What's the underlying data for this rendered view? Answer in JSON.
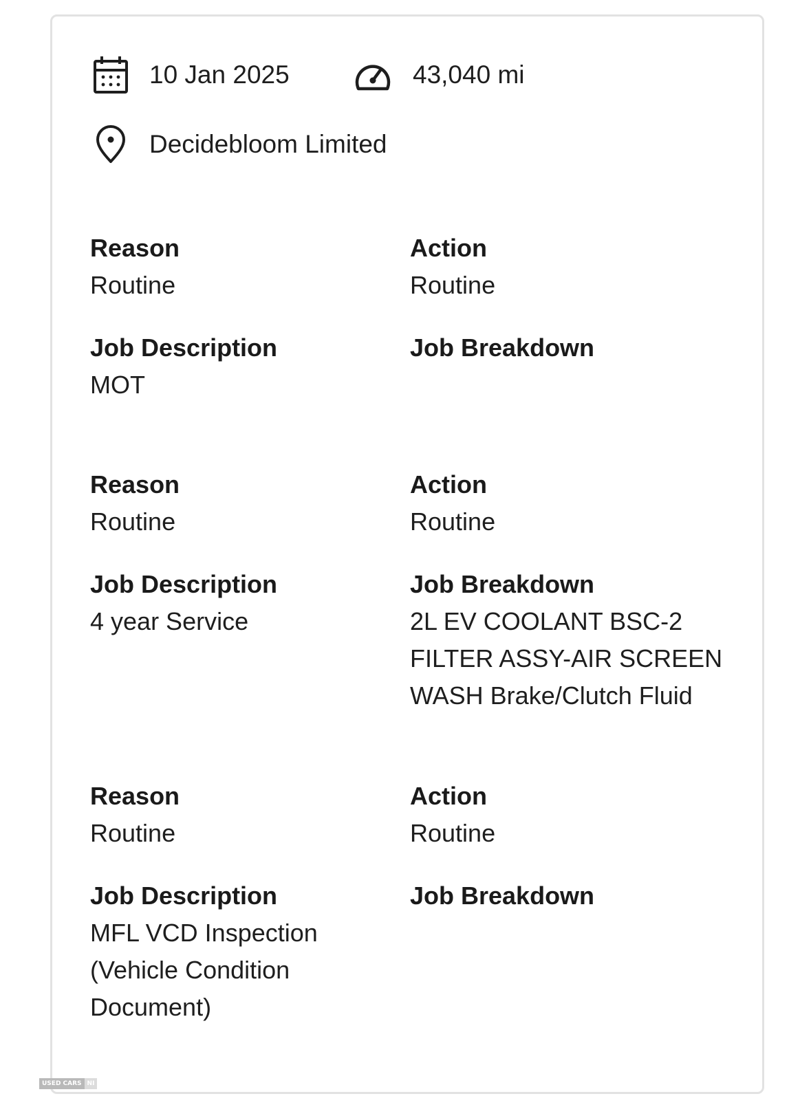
{
  "record": {
    "date": "10 Jan 2025",
    "mileage": "43,040 mi",
    "location": "Decidebloom Limited"
  },
  "labels": {
    "reason": "Reason",
    "action": "Action",
    "job_description": "Job Description",
    "job_breakdown": "Job Breakdown"
  },
  "jobs": [
    {
      "reason": "Routine",
      "action": "Routine",
      "job_description": "MOT",
      "job_breakdown": ""
    },
    {
      "reason": "Routine",
      "action": "Routine",
      "job_description": "4 year Service",
      "job_breakdown": "2L EV COOLANT BSC-2\nFILTER ASSY-AIR SCREEN\nWASH Brake/Clutch Fluid"
    },
    {
      "reason": "Routine",
      "action": "Routine",
      "job_description": "MFL VCD Inspection\n(Vehicle Condition\nDocument)",
      "job_breakdown": ""
    }
  ],
  "icons": {
    "date": "calendar-icon",
    "mileage": "speedometer-icon",
    "location": "location-pin-icon"
  },
  "watermark": {
    "part1": "USED CARS",
    "part2": "NI"
  }
}
